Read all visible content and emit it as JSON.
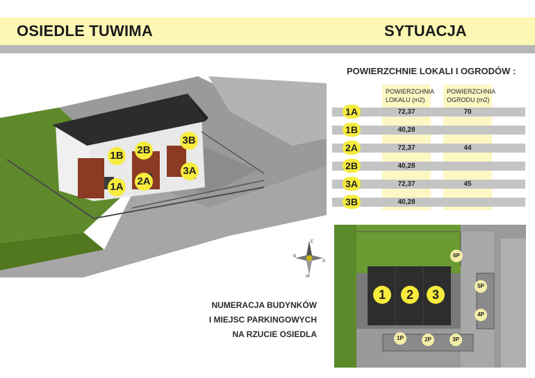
{
  "header": {
    "title_left": "OSIEDLE TUWIMA",
    "title_right": "SYTUACJA"
  },
  "areas": {
    "title": "POWIERZCHNIE LOKALI I OGRODÓW :",
    "col_lokal": [
      "POWIERZCHNIA",
      "LOKALU (m2)"
    ],
    "col_ogrod": [
      "POWIERZCHNIA",
      "OGRODU (m2)"
    ],
    "rows": [
      {
        "unit": "1A",
        "lokal": "72,37",
        "ogrod": "70"
      },
      {
        "unit": "1B",
        "lokal": "40,28",
        "ogrod": ""
      },
      {
        "unit": "2A",
        "lokal": "72,37",
        "ogrod": "44"
      },
      {
        "unit": "2B",
        "lokal": "40,28",
        "ogrod": ""
      },
      {
        "unit": "3A",
        "lokal": "72,37",
        "ogrod": "45"
      },
      {
        "unit": "3B",
        "lokal": "40,28",
        "ogrod": ""
      }
    ]
  },
  "render_labels": [
    "1B",
    "2B",
    "3B",
    "1A",
    "2A",
    "3A"
  ],
  "compass": {
    "n": "N",
    "e": "E",
    "s": "S",
    "w": "W"
  },
  "caption": [
    "NUMERACJA BUDYNKÓW",
    "I MIEJSC PARKINGOWYCH",
    "NA RZUCIE OSIEDLA"
  ],
  "site_plan": {
    "buildings": [
      "1",
      "2",
      "3"
    ],
    "parking": [
      "6P",
      "5P",
      "4P",
      "1P",
      "2P",
      "3P"
    ]
  },
  "colors": {
    "accent_yellow": "#f6ec3c",
    "header_bg": "#fdf7b4",
    "row_gray": "#c4c4c4"
  }
}
